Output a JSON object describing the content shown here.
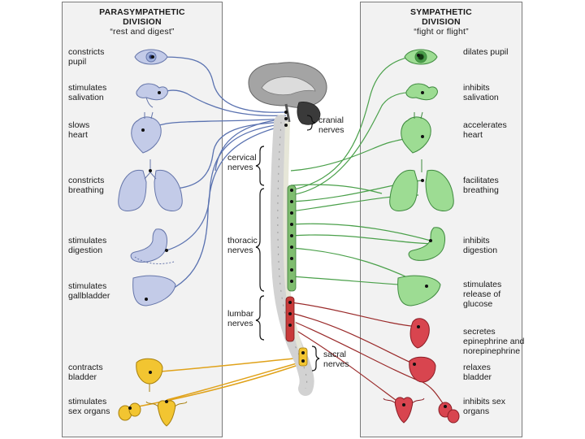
{
  "parasympathetic": {
    "title_line1": "PARASYMPATHETIC",
    "title_line2": "DIVISION",
    "subtitle": "“rest and digest”",
    "effects": [
      {
        "line1": "constricts",
        "line2": "pupil"
      },
      {
        "line1": "stimulates",
        "line2": "salivation"
      },
      {
        "line1": "slows",
        "line2": "heart"
      },
      {
        "line1": "constricts",
        "line2": "breathing"
      },
      {
        "line1": "stimulates",
        "line2": "digestion"
      },
      {
        "line1": "stimulates",
        "line2": "gallbladder"
      },
      {
        "line1": "contracts",
        "line2": "bladder"
      },
      {
        "line1": "stimulates",
        "line2": "sex organs"
      }
    ]
  },
  "sympathetic": {
    "title_line1": "SYMPATHETIC",
    "title_line2": "DIVISION",
    "subtitle": "“fight or flight”",
    "effects": [
      {
        "line1": "dilates pupil",
        "line2": ""
      },
      {
        "line1": "inhibits",
        "line2": "salivation"
      },
      {
        "line1": "accelerates",
        "line2": "heart"
      },
      {
        "line1": "facilitates",
        "line2": "breathing"
      },
      {
        "line1": "inhibits",
        "line2": "digestion"
      },
      {
        "line1": "stimulates",
        "line2": "release of",
        "line3": "glucose"
      },
      {
        "line1": "secretes",
        "line2": "epinephrine and",
        "line3": "norepinephrine"
      },
      {
        "line1": "relaxes",
        "line2": "bladder"
      },
      {
        "line1": "inhibits sex",
        "line2": "organs"
      }
    ]
  },
  "nerves": {
    "cranial": {
      "line1": "cranial",
      "line2": "nerves"
    },
    "cervical": {
      "line1": "cervical",
      "line2": "nerves"
    },
    "thoracic": {
      "line1": "thoracic",
      "line2": "nerves"
    },
    "lumbar": {
      "line1": "lumbar",
      "line2": "nerves"
    },
    "sacral": {
      "line1": "sacral",
      "line2": "nerves"
    }
  },
  "colors": {
    "parasympathetic_organ": "#c3cbe8",
    "parasympathetic_nerve": "#5a72b0",
    "sympathetic_organ": "#9ddc93",
    "sympathetic_nerve": "#4aa04a",
    "adrenal_red": "#d8454f",
    "sympathetic_lower_nerve": "#9a2a2a",
    "sacral_yellow": "#f2c531",
    "sacral_nerve": "#e0a21a",
    "brain": "#9a9a9a",
    "panel_bg": "#f2f2f2"
  }
}
